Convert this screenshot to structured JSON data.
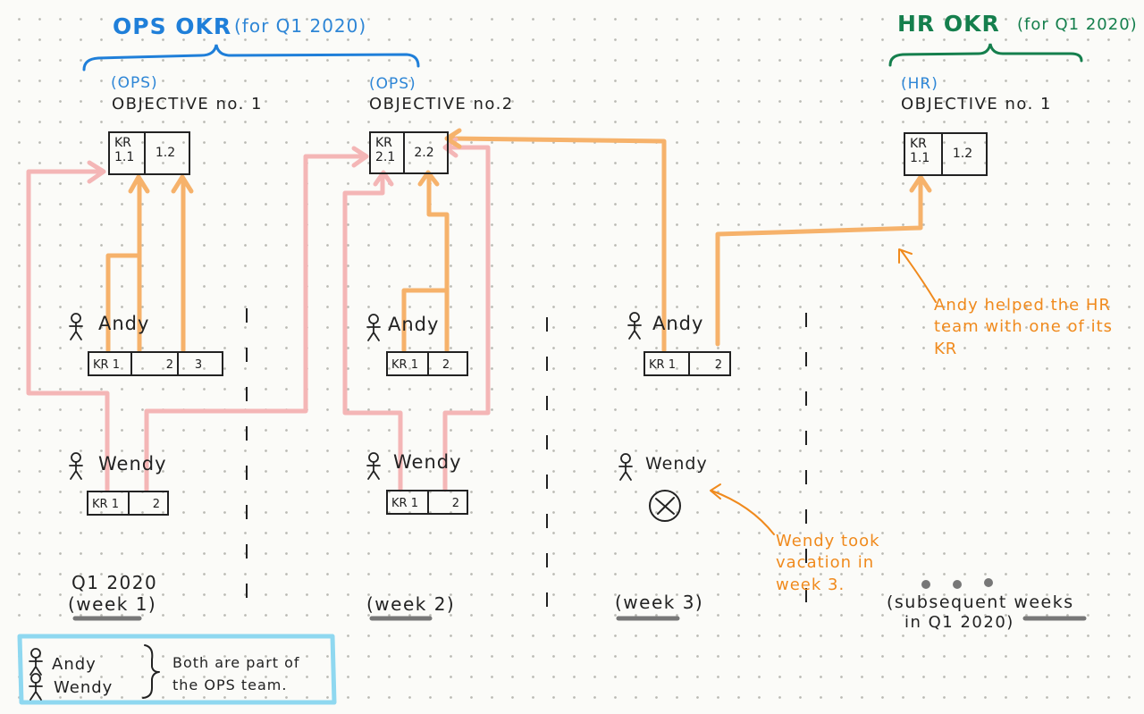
{
  "ops_okr": {
    "title": "OPS OKR",
    "period": "(for Q1 2020)"
  },
  "hr_okr": {
    "title": "HR OKR",
    "period": "(for Q1 2020)"
  },
  "objectives": [
    {
      "team_tag": "(OPS)",
      "name": "OBJECTIVE no. 1",
      "kr_label": "KR",
      "kr_a": "1.1",
      "kr_b": "1.2"
    },
    {
      "team_tag": "(OPS)",
      "name": "OBJECTIVE no.2",
      "kr_label": "KR",
      "kr_a": "2.1",
      "kr_b": "2.2"
    },
    {
      "team_tag": "(HR)",
      "name": "OBJECTIVE no. 1",
      "kr_label": "KR",
      "kr_a": "1.1",
      "kr_b": "1.2"
    }
  ],
  "weeks": [
    {
      "label_line1": "Q1 2020",
      "label": "(week 1)",
      "andy": {
        "name": "Andy",
        "kr_label": "KR",
        "items": [
          "1",
          "2",
          "3"
        ]
      },
      "wendy": {
        "name": "Wendy",
        "kr_label": "KR",
        "items": [
          "1",
          "2"
        ]
      }
    },
    {
      "label": "(week 2)",
      "andy": {
        "name": "Andy",
        "kr_label": "KR",
        "items": [
          "1",
          "2"
        ]
      },
      "wendy": {
        "name": "Wendy",
        "kr_label": "KR",
        "items": [
          "1",
          "2"
        ]
      }
    },
    {
      "label": "(week 3)",
      "andy": {
        "name": "Andy",
        "kr_label": "KR",
        "items": [
          "1",
          "2"
        ]
      },
      "wendy": {
        "name": "Wendy"
      }
    }
  ],
  "subsequent": {
    "dots": "• • •",
    "line1": "(subsequent weeks",
    "line2": "in Q1 2020)"
  },
  "notes": {
    "andy_helped": "Andy helped the HR team with one of its KR",
    "wendy_vacation": "Wendy took vacation in week 3."
  },
  "legend": {
    "people": [
      "Andy",
      "Wendy"
    ],
    "text_line1": "Both are part of",
    "text_line2": "the OPS team."
  },
  "colors": {
    "ops_blue": "#1f7fd9",
    "hr_green": "#157f4d",
    "arrow_orange": "#f6b26b",
    "arrow_pink": "#f4b6b6",
    "note_orange": "#f08a1d",
    "legend_cyan": "#8fd8f0"
  }
}
